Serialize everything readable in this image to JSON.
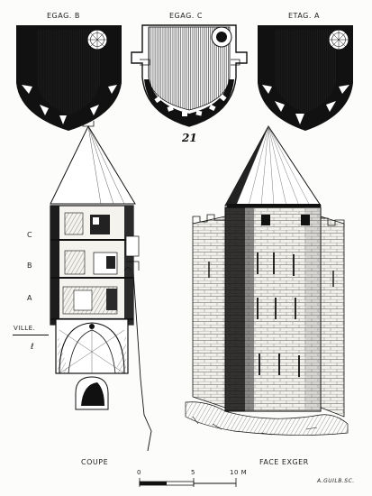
{
  "plans": {
    "left_label": "EGAG. B",
    "center_label": "EGAG. C",
    "right_label": "ETAG. A"
  },
  "figure_number": "21",
  "section": {
    "level_c": "C",
    "level_b": "B",
    "level_a": "A",
    "ville": "VILLE.",
    "mark": "ℓ",
    "caption": "COUPE"
  },
  "elevation": {
    "caption": "FACE EXGER"
  },
  "scale": {
    "tick_0": "0",
    "tick_5": "5",
    "unit": "10 M",
    "signature": "A.GUILB.SC."
  }
}
